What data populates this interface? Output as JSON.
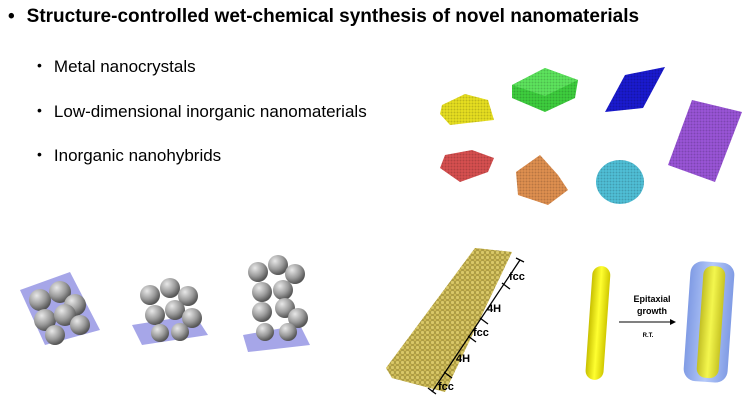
{
  "heading": "Structure-controlled wet-chemical synthesis of novel nanomaterials",
  "bullets": [
    {
      "label": "Metal nanocrystals"
    },
    {
      "label": "Low-dimensional inorganic nanomaterials"
    },
    {
      "label": "Inorganic nanohybrids"
    }
  ],
  "nanorod_labels": {
    "fcc_top": "fcc",
    "h4_top": "4H",
    "fcc_mid": "fcc",
    "h4_bottom": "4H",
    "fcc_bottom": "fcc"
  },
  "epitaxy": {
    "line1": "Epitaxial",
    "line2": "growth",
    "condition": "R.T."
  },
  "colors": {
    "yellow": "#e8e020",
    "green": "#3ecf3e",
    "blue": "#1a1ad0",
    "purple": "#9a55d8",
    "red": "#d85050",
    "orange": "#e09050",
    "cyan": "#50c0d8",
    "gold": "#d2c060",
    "sphere": "#9a9a9a",
    "plane": "#6b6bd8"
  }
}
